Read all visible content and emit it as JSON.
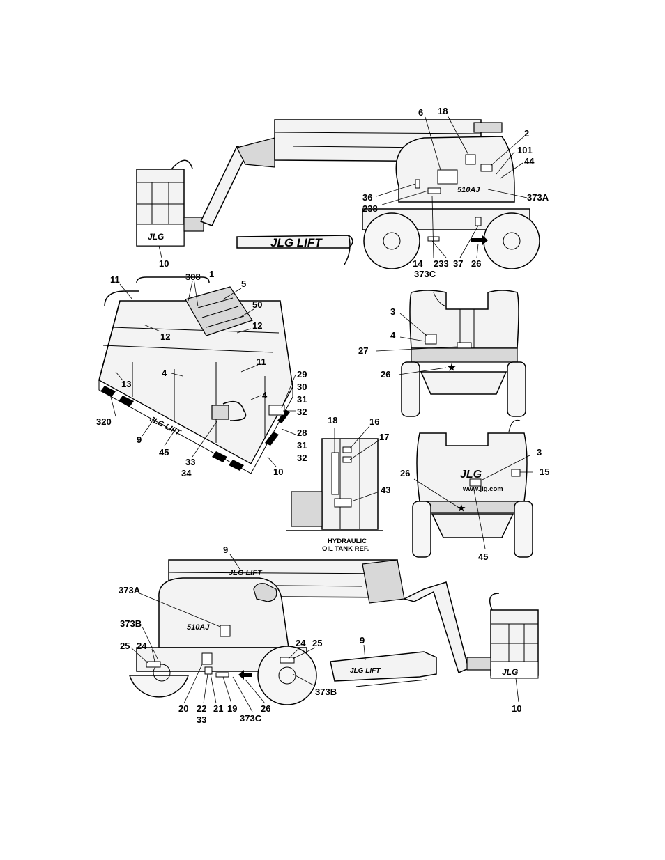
{
  "views": {
    "top_right": {
      "labels": [
        "6",
        "18",
        "2",
        "101",
        "44",
        "36",
        "238",
        "373A",
        "14",
        "233",
        "37",
        "26",
        "373C",
        "10"
      ],
      "model_text": "510AJ",
      "boom_text": "JLG LIFT",
      "platform_logo": "JLG"
    },
    "platform": {
      "labels": [
        "11",
        "308",
        "1",
        "5",
        "50",
        "12",
        "12",
        "11",
        "4",
        "4",
        "29",
        "30",
        "31",
        "32",
        "28",
        "31",
        "32",
        "13",
        "320",
        "9",
        "45",
        "33",
        "34",
        "10"
      ],
      "rail_text": "JLG LIFT"
    },
    "rear": {
      "labels": [
        "3",
        "4",
        "27",
        "26"
      ]
    },
    "tank": {
      "labels": [
        "18",
        "16",
        "17",
        "43"
      ],
      "caption_line1": "HYDRAULIC",
      "caption_line2": "OIL TANK REF."
    },
    "front": {
      "labels": [
        "3",
        "15",
        "26",
        "45"
      ],
      "logo": "JLG",
      "url": "www.jlg.com"
    },
    "bottom_left": {
      "labels": [
        "9",
        "373A",
        "373B",
        "25",
        "24",
        "24",
        "25",
        "9",
        "373B",
        "20",
        "22",
        "33",
        "21",
        "19",
        "26",
        "373C",
        "10"
      ],
      "model_text": "510AJ",
      "boom_text": "JLG LIFT",
      "platform_logo": "JLG"
    }
  }
}
